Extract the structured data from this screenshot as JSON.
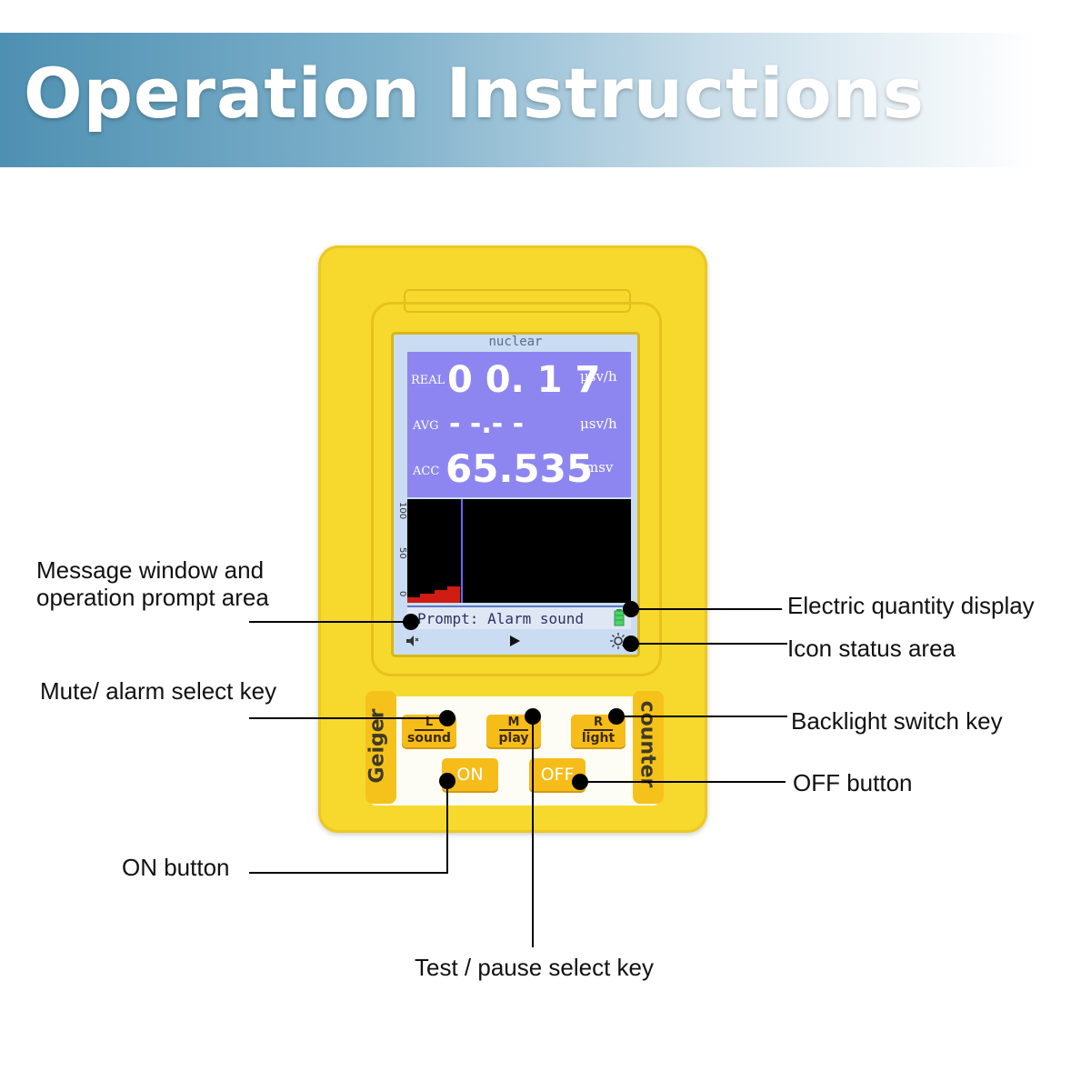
{
  "banner": {
    "title": "Operation Instructions"
  },
  "device": {
    "screen": {
      "title": "nuclear",
      "real": {
        "label": "REAL",
        "value": "0 0. 1 7",
        "unit": "μsv/h"
      },
      "avg": {
        "label": "AVG",
        "value": "- -.- -",
        "unit": "μsv/h"
      },
      "acc": {
        "label": "ACC",
        "value": "65.535",
        "unit": "msv"
      },
      "graph_ticks": [
        "100",
        "50",
        "0"
      ],
      "prompt": "Prompt: Alarm sound"
    },
    "keys": {
      "left": {
        "top": "L",
        "bottom": "sound"
      },
      "middle": {
        "top": "M",
        "bottom": "play"
      },
      "right": {
        "top": "R",
        "bottom": "light"
      },
      "on": "ON",
      "off": "OFF"
    },
    "side_left": "Geiger",
    "side_right": "counter",
    "colors": {
      "body": "#f7d92e",
      "key": "#f6bc1a",
      "readout": "#8e86f0"
    }
  },
  "callouts": {
    "message_window": [
      "Message window and",
      "operation prompt area"
    ],
    "mute_key": "Mute/ alarm select key",
    "on_button": "ON button",
    "test_key": "Test / pause select key",
    "electric_quantity": "Electric quantity display",
    "icon_status": "Icon status area",
    "backlight_key": "Backlight switch key",
    "off_button": "OFF button"
  }
}
